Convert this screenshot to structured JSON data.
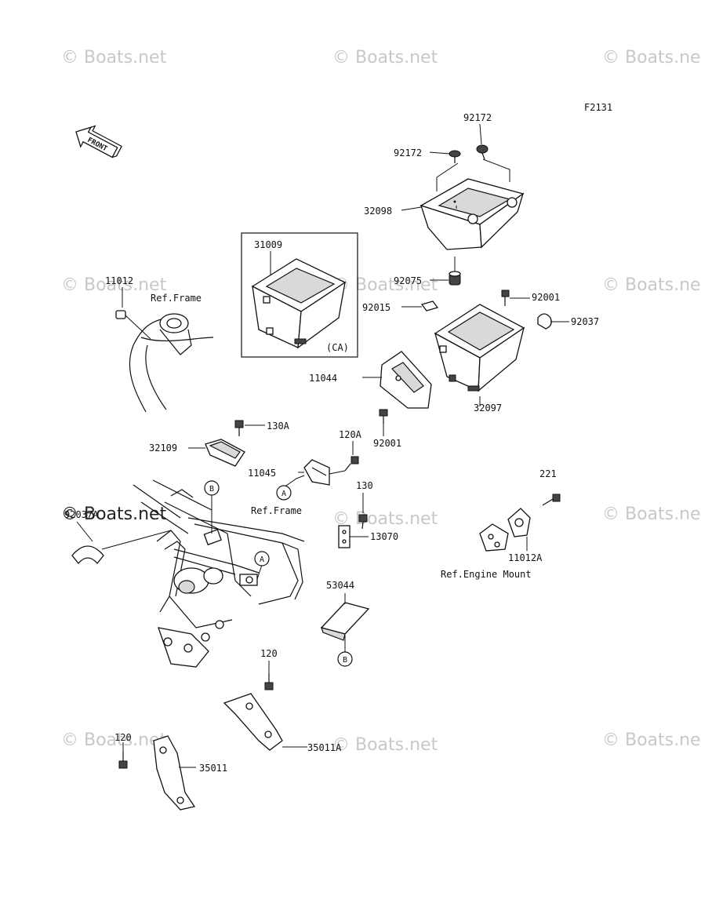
{
  "figure_code": "F2131",
  "watermark": "© Boats.net",
  "front_arrow_label": "FRONT",
  "option_box_label": "(CA)",
  "refs": {
    "frame_1": "Ref.Frame",
    "frame_2": "Ref.Frame",
    "engine_mount": "Ref.Engine Mount"
  },
  "callouts": {
    "a1": "A",
    "a2": "A",
    "b1": "B",
    "b2": "B"
  },
  "parts": [
    "92172",
    "92172",
    "32098",
    "31009",
    "92075",
    "92015",
    "92001",
    "92037",
    "11012",
    "11044",
    "32097",
    "92001",
    "130A",
    "120A",
    "32109",
    "11045",
    "130",
    "221",
    "92037A",
    "13070",
    "11012A",
    "53044",
    "120",
    "120",
    "35011A",
    "35011"
  ],
  "colors": {
    "line": "#111111",
    "watermark": "#c8c8c8",
    "shade": "#d9d9d9"
  }
}
